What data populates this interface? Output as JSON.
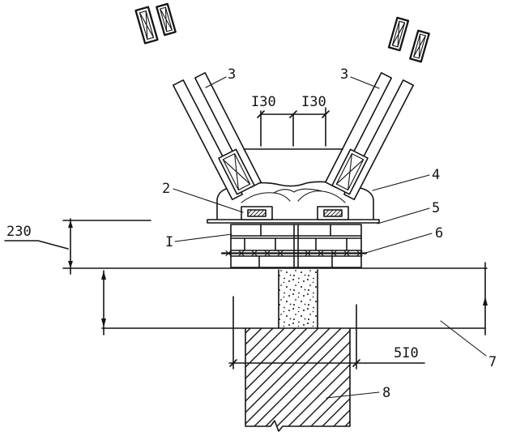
{
  "diagram": {
    "labels": {
      "member_left": "3",
      "member_right": "3",
      "anchor": "2",
      "cap": "4",
      "upper_plate": "5",
      "brick": "I",
      "lower_plate": "6",
      "slab": "7",
      "pier": "8"
    },
    "dimensions": {
      "spacing_left": "I30",
      "spacing_right": "I30",
      "height_left": "230",
      "pier_width": "5I0"
    }
  }
}
